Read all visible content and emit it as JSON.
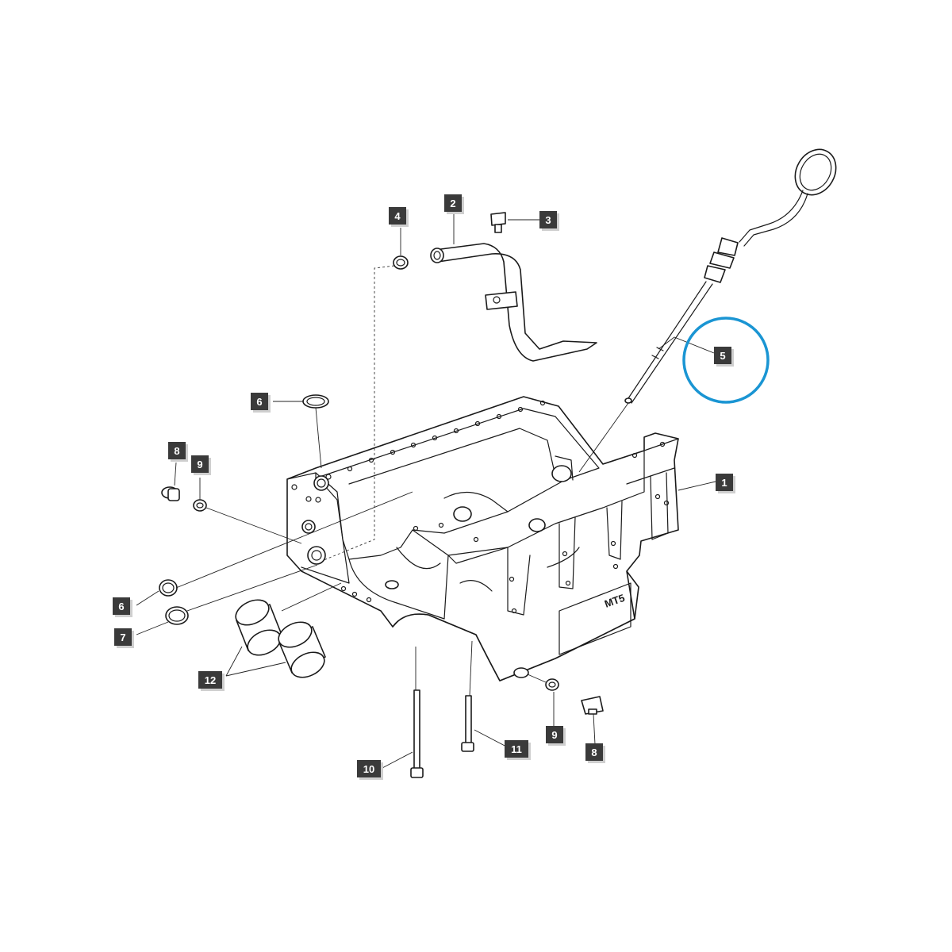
{
  "diagram": {
    "highlight_color": "#1a95d3",
    "highlighted_callout": "5",
    "casting_marking": "MT5",
    "callouts": [
      {
        "id": "c1",
        "label": "1"
      },
      {
        "id": "c2",
        "label": "2"
      },
      {
        "id": "c3",
        "label": "3"
      },
      {
        "id": "c4",
        "label": "4"
      },
      {
        "id": "c5",
        "label": "5"
      },
      {
        "id": "c6a",
        "label": "6"
      },
      {
        "id": "c6b",
        "label": "6"
      },
      {
        "id": "c7",
        "label": "7"
      },
      {
        "id": "c8a",
        "label": "8"
      },
      {
        "id": "c8b",
        "label": "8"
      },
      {
        "id": "c9a",
        "label": "9"
      },
      {
        "id": "c9b",
        "label": "9"
      },
      {
        "id": "c10",
        "label": "10"
      },
      {
        "id": "c11",
        "label": "11"
      },
      {
        "id": "c12",
        "label": "12"
      }
    ]
  }
}
